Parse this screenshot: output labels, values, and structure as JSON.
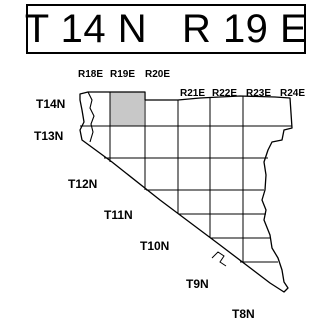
{
  "title": "T 14 N   R 19 E",
  "highlight_color": "#c8c8c8",
  "range_labels": [
    "R18E",
    "R19E",
    "R20E",
    "R21E",
    "R22E",
    "R23E",
    "R24E"
  ],
  "township_labels": [
    "T14N",
    "T13N",
    "T12N",
    "T11N",
    "T10N",
    "T9N",
    "T8N"
  ],
  "highlighted_cell": {
    "township": "T14N",
    "range": "R19E"
  }
}
